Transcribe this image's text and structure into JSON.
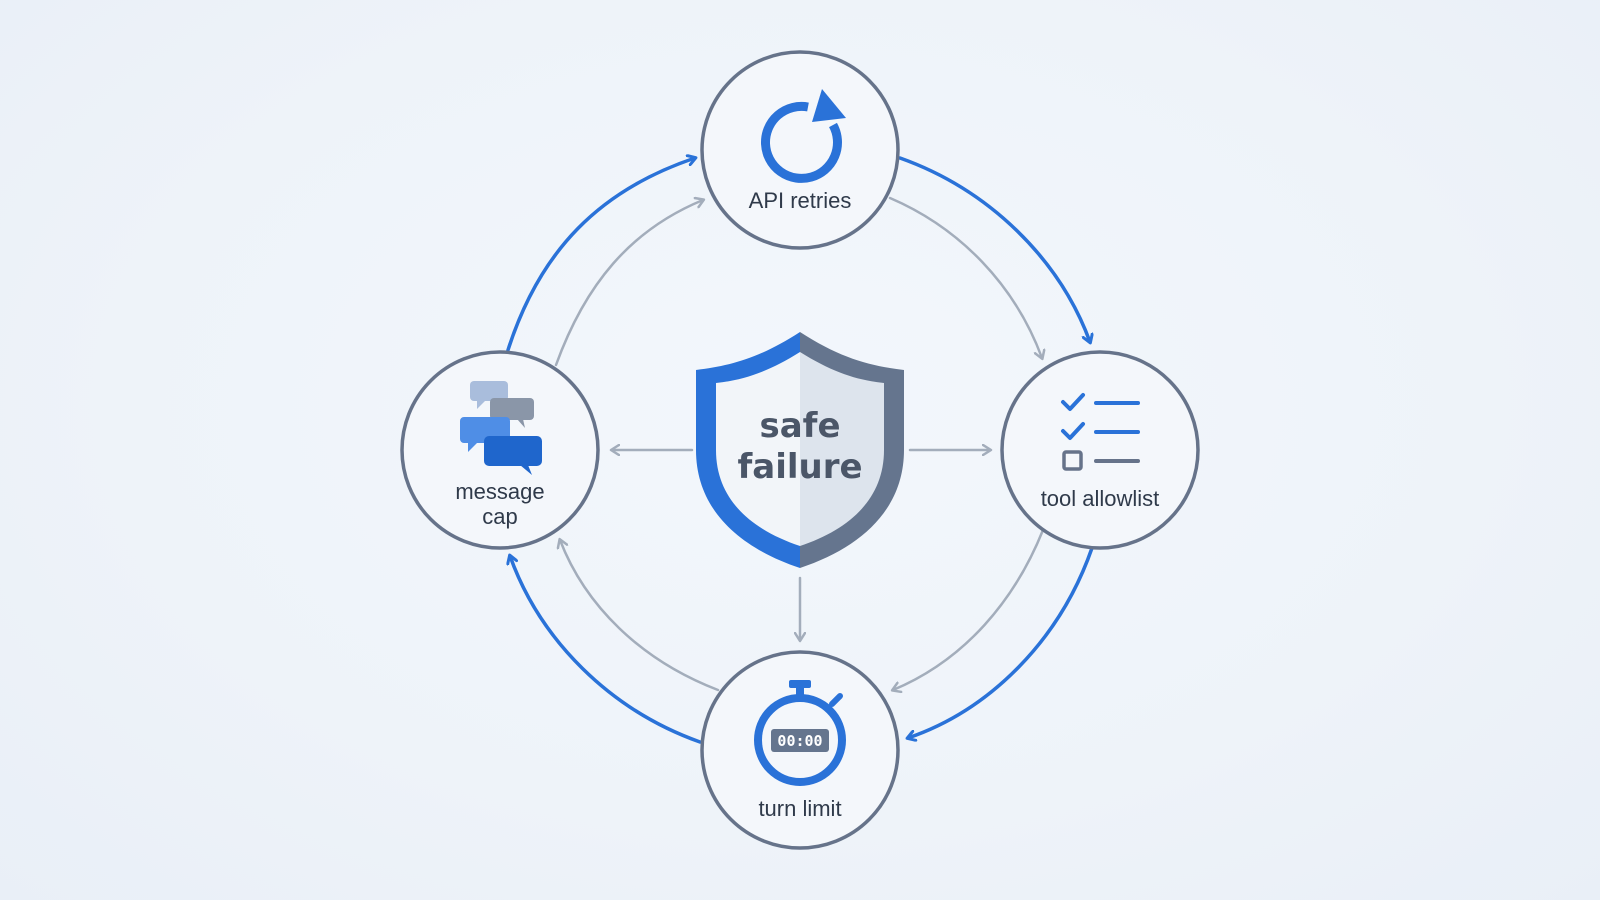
{
  "center": {
    "line1": "safe",
    "line2": "failure"
  },
  "nodes": {
    "api_retries": {
      "label": "API retries",
      "icon": "refresh-icon"
    },
    "tool_allowlist": {
      "label": "tool allowlist",
      "icon": "checklist-icon"
    },
    "turn_limit": {
      "label": "turn limit",
      "icon": "stopwatch-icon",
      "timer_text": "00:00"
    },
    "message_cap": {
      "label_line1": "message",
      "label_line2": "cap",
      "icon": "chat-bubbles-icon"
    }
  },
  "colors": {
    "accent_blue": "#2a72d8",
    "outline_slate": "#66738a",
    "arrow_gray": "#a3adbb",
    "shield_slate": "#65758e",
    "background": "#eef3f9"
  }
}
